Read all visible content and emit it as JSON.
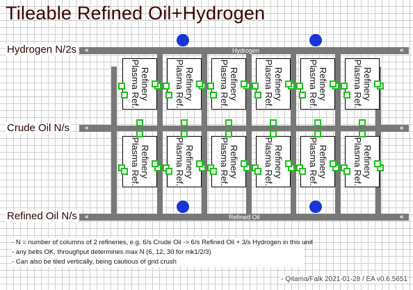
{
  "title": "Tileable Refined Oil+Hydrogen",
  "labels": {
    "hydrogen": "Hydrogen N/2s",
    "crude": "Crude Oil N/s",
    "refined": "Refined Oil N/s"
  },
  "belt_labels": {
    "hydrogen": "Hydrogen",
    "refined": "Refined Oil"
  },
  "refinery": {
    "line1": "Refinery",
    "line2": "Plasma Ref."
  },
  "notes": [
    "- N = number of columns of 2 refineries, e.g. 6/s Crude Oil -> 6/s Refined Oil + 3/s Hydrogen in this unit",
    "- any belts OK, throughput determines max N (6, 12, 30 for mk1/2/3)",
    "- Can also be tiled vertically, being cautious of grid crush"
  ],
  "credit": "- Qitama/Falk 2021-01-28 / EA v0.6.5651",
  "chevron": "«",
  "colors": {
    "belt": "#787878",
    "port": "#17c317",
    "node": "#1637d6",
    "title": "#3a0000"
  }
}
